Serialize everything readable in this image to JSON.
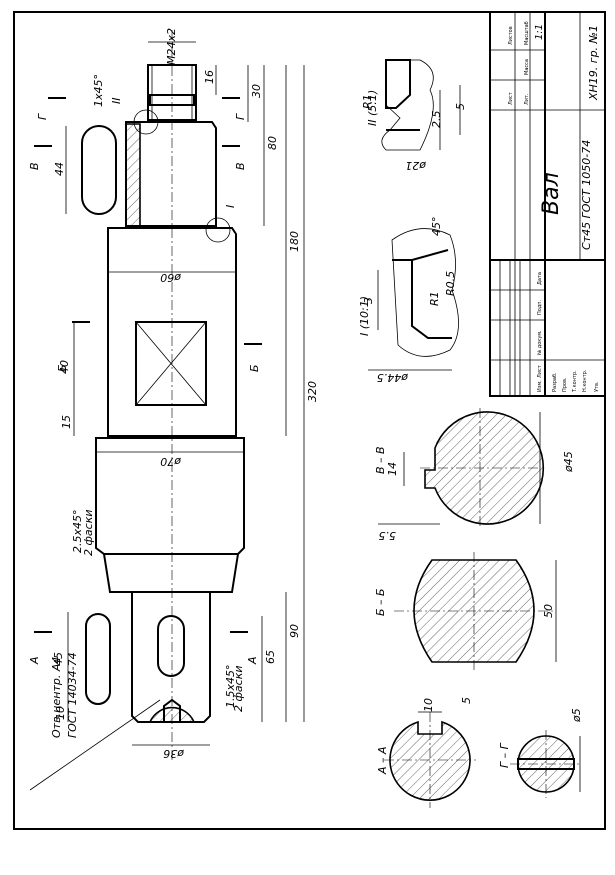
{
  "drawing": {
    "title_name": "Вал",
    "material": "Ст45 ГОСТ 1050-74",
    "designation": "ХН19. гр. №1",
    "sheet_count": "1:1",
    "title_block_labels": [
      "Изм.",
      "Лист",
      "№ докум.",
      "Подп.",
      "Дата",
      "Разраб.",
      "Пров.",
      "Т.контр.",
      "Н.контр.",
      "Утв.",
      "Лит.",
      "Масса",
      "Масштаб",
      "Лист",
      "Листов"
    ]
  },
  "dimensions": {
    "thread": "M24x2",
    "chamfer_top": "1x45°",
    "d16": "16",
    "d30": "30",
    "d80": "80",
    "d180": "180",
    "d320": "320",
    "d44": "44",
    "phi60": "ø60",
    "d40": "40",
    "d15": "15",
    "phi70": "ø70",
    "chamfer_mid": "2.5x45°",
    "chamfer_mid_note": "2 фаски",
    "d45": "45",
    "d10": "10",
    "d90": "90",
    "d65": "65",
    "chamfer_low": "1.5x45°",
    "chamfer_low_note": "2 фаски",
    "phi36": "ø36",
    "center_hole": "Отв.центр. А4",
    "center_hole_std": "ГОСТ 14034-74"
  },
  "views": {
    "sec_G": "Г",
    "sec_V": "В",
    "sec_B": "Б",
    "sec_A": "А",
    "elem_I": "I",
    "elem_II": "II",
    "detail2_label": "II (5:1)",
    "detail2_r1": "R1",
    "detail2_25": "2.5",
    "detail2_5": "5",
    "detail2_phi21": "ø21",
    "detail1_label": "I (10:1)",
    "detail1_45": "45°",
    "detail1_r05": "R0.5",
    "detail1_r1": "R1",
    "detail1_3": "3",
    "detail1_phi445": "ø44.5",
    "secVV_label": "В – В",
    "secVV_14": "14",
    "secVV_phi45": "ø45",
    "secVV_55": "5.5",
    "secBB_label": "Б – Б",
    "secBB_50": "50",
    "secAA_label": "А – А",
    "secAA_10": "10",
    "secAA_5": "5",
    "secGG_label": "Г – Г",
    "secGG_phi5": "ø5"
  }
}
